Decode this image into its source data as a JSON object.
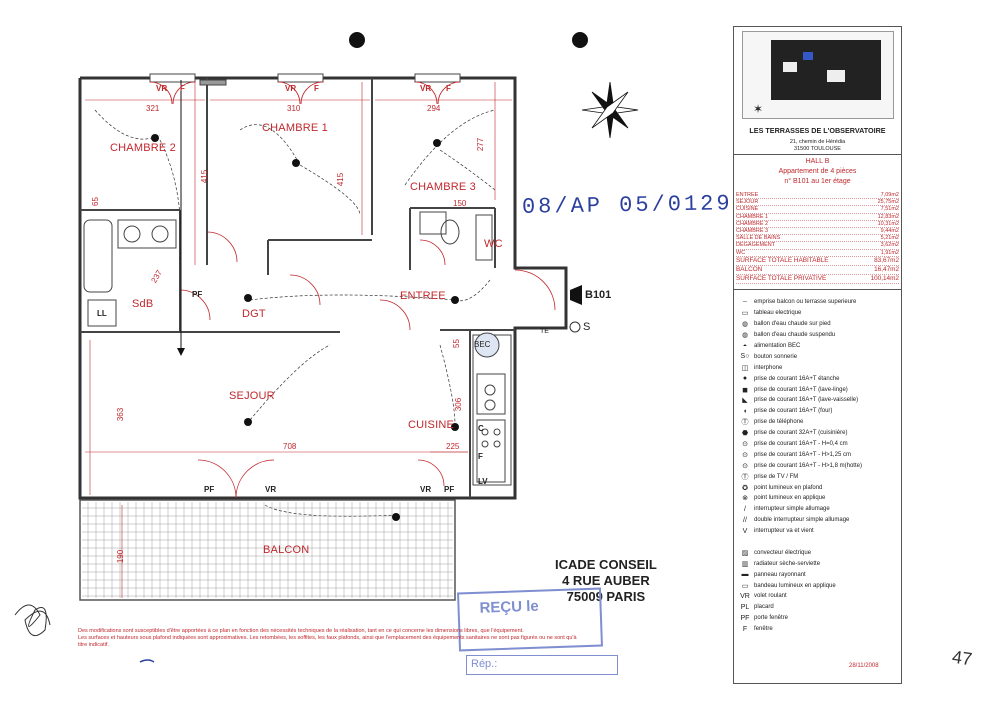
{
  "stamp": {
    "number": "08/AP 05/0129"
  },
  "rooms": {
    "chambre1": "CHAMBRE 1",
    "chambre2": "CHAMBRE 2",
    "chambre3": "CHAMBRE 3",
    "wc": "WC",
    "sdb": "SdB",
    "dgt": "DGT",
    "entree": "ENTREE",
    "sejour": "SEJOUR",
    "cuisine": "CUISINE",
    "balcon": "BALCON",
    "unit": "B101",
    "bec": "BEC",
    "s": "S",
    "te": "TE"
  },
  "dims": {
    "d321": "321",
    "d310": "310",
    "d294": "294",
    "d277": "277",
    "d415a": "415",
    "d415b": "415",
    "d150": "150",
    "d65": "65",
    "d237": "237",
    "d363": "363",
    "d708": "708",
    "d225": "225",
    "d306": "306",
    "d55": "55",
    "d190": "190"
  },
  "labels": {
    "vr1": "VR",
    "f1": "F",
    "vr2": "VR",
    "f2": "F",
    "vr3": "VR",
    "f3": "F",
    "vr4": "VR",
    "pf4": "PF",
    "vr5": "VR",
    "pf5": "PF",
    "pf6": "PF",
    "ll": "LL",
    "lv": "LV",
    "c": "C",
    "f": "F"
  },
  "panel": {
    "project": "LES TERRASSES DE L'OBSERVATOIRE",
    "address1": "21, chemin de Hérédia",
    "address2": "31500 TOULOUSE",
    "hall": "HALL B",
    "apt": "Appartement de 4 pièces",
    "floor": "n° B101 au 1er étage",
    "areas": [
      {
        "name": "ENTREE",
        "value": "7,09m2"
      },
      {
        "name": "SEJOUR",
        "value": "25,75m2"
      },
      {
        "name": "CUISINE",
        "value": "7,51m2"
      },
      {
        "name": "CHAMBRE 1",
        "value": "12,83m2"
      },
      {
        "name": "CHAMBRE 2",
        "value": "10,31m2"
      },
      {
        "name": "CHAMBRE 3",
        "value": "9,44m2"
      },
      {
        "name": "SALLE DE BAINS",
        "value": "5,21m2"
      },
      {
        "name": "DEGAGEMENT",
        "value": "3,62m2"
      },
      {
        "name": "WC",
        "value": "1,91m2"
      }
    ],
    "total_hab_label": "SURFACE TOTALE HABITABLE",
    "total_hab": "83,67m2",
    "balcon_label": "BALCON",
    "balcon": "16,47m2",
    "total_priv_label": "SURFACE TOTALE PRIVATIVE",
    "total_priv": "100,14m2",
    "legend": [
      {
        "icon": "dotted-line-icon",
        "glyph": "┈",
        "text": "emprise balcon ou terrasse superieure"
      },
      {
        "icon": "electric-panel-icon",
        "glyph": "▭",
        "text": "tableau electrique"
      },
      {
        "icon": "boiler-floor-icon",
        "glyph": "◍",
        "text": "ballon d'eau chaude sur pied"
      },
      {
        "icon": "boiler-wall-icon",
        "glyph": "◍",
        "text": "ballon d'eau chaude suspendu"
      },
      {
        "icon": "bec-supply-icon",
        "glyph": "◓",
        "text": "alimentation BEC"
      },
      {
        "icon": "doorbell-icon",
        "glyph": "S○",
        "text": "bouton sonnerie"
      },
      {
        "icon": "intercom-icon",
        "glyph": "◫",
        "text": "interphone"
      },
      {
        "icon": "socket-sealed-icon",
        "glyph": "●",
        "text": "prise de courant 16A+T étanche"
      },
      {
        "icon": "socket-washer-icon",
        "glyph": "◼",
        "text": "prise de courant 16A+T (lave-linge)"
      },
      {
        "icon": "socket-dishwasher-icon",
        "glyph": "◣",
        "text": "prise de courant 16A+T (lave-vaisselle)"
      },
      {
        "icon": "socket-oven-icon",
        "glyph": "◖",
        "text": "prise de courant 16A+T (four)"
      },
      {
        "icon": "phone-socket-icon",
        "glyph": "Ⓣ",
        "text": "prise de téléphone"
      },
      {
        "icon": "socket-cooker-icon",
        "glyph": "⬣",
        "text": "prise de courant 32A+T (cuisinière)"
      },
      {
        "icon": "socket-low-icon",
        "glyph": "⊙",
        "text": "prise de courant 16A+T - H=0,4 cm"
      },
      {
        "icon": "socket-mid-icon",
        "glyph": "⊙",
        "text": "prise de courant 16A+T - H>1,25 cm"
      },
      {
        "icon": "socket-hood-icon",
        "glyph": "⊙",
        "text": "prise de courant 16A+T - H>1,8 m(hotte)"
      },
      {
        "icon": "tv-socket-icon",
        "glyph": "Ⓣ",
        "text": "prise de TV / FM"
      },
      {
        "icon": "ceiling-light-icon",
        "glyph": "✪",
        "text": "point lumineux en plafond"
      },
      {
        "icon": "wall-light-icon",
        "glyph": "⊗",
        "text": "point lumineux en applique"
      },
      {
        "icon": "switch-simple-icon",
        "glyph": "/",
        "text": "interrupteur simple allumage"
      },
      {
        "icon": "switch-double-icon",
        "glyph": "//",
        "text": "double interrupteur simple allumage"
      },
      {
        "icon": "switch-twoway-icon",
        "glyph": "V",
        "text": "interrupteur va et vient"
      },
      {
        "icon": "blank-icon",
        "glyph": "",
        "text": ""
      },
      {
        "icon": "convector-icon",
        "glyph": "▨",
        "text": "convecteur électrique"
      },
      {
        "icon": "towel-radiator-icon",
        "glyph": "▥",
        "text": "radiateur sèche-serviette"
      },
      {
        "icon": "radiant-panel-icon",
        "glyph": "▬",
        "text": "panneau rayonnant"
      },
      {
        "icon": "light-strip-icon",
        "glyph": "▭",
        "text": "bandeau lumineux en applique"
      },
      {
        "icon": "vr-icon",
        "glyph": "VR",
        "text": "volet roulant"
      },
      {
        "icon": "pl-icon",
        "glyph": "PL",
        "text": "placard"
      },
      {
        "icon": "pf-icon",
        "glyph": "PF",
        "text": "porte fenêtre"
      },
      {
        "icon": "f-icon",
        "glyph": "F",
        "text": "fenêtre"
      }
    ],
    "date": "28/11/2008"
  },
  "icade": {
    "line1": "ICADE CONSEIL",
    "line2": "4 RUE AUBER",
    "line3": "75009 PARIS"
  },
  "recu": {
    "text": "REÇU le"
  },
  "rep": {
    "label": "Rép.:"
  },
  "notes": {
    "line1": "Des modifications sont susceptibles d'être apportées à ce plan en fonction des nécessités techniques de la réalisation, tant en ce qui concerne les dimensions libres, que l'équipement.",
    "line2": "Les surfaces et hauteurs sous plafond indiquées sont approximatives. Les retombées, les soffites, les faux plafonds, ainsi que l'emplacement des équipements sanitaires ne sont pas figurés ou ne sont qu'à titre indicatif."
  },
  "handwriting": {
    "corner": "47"
  }
}
